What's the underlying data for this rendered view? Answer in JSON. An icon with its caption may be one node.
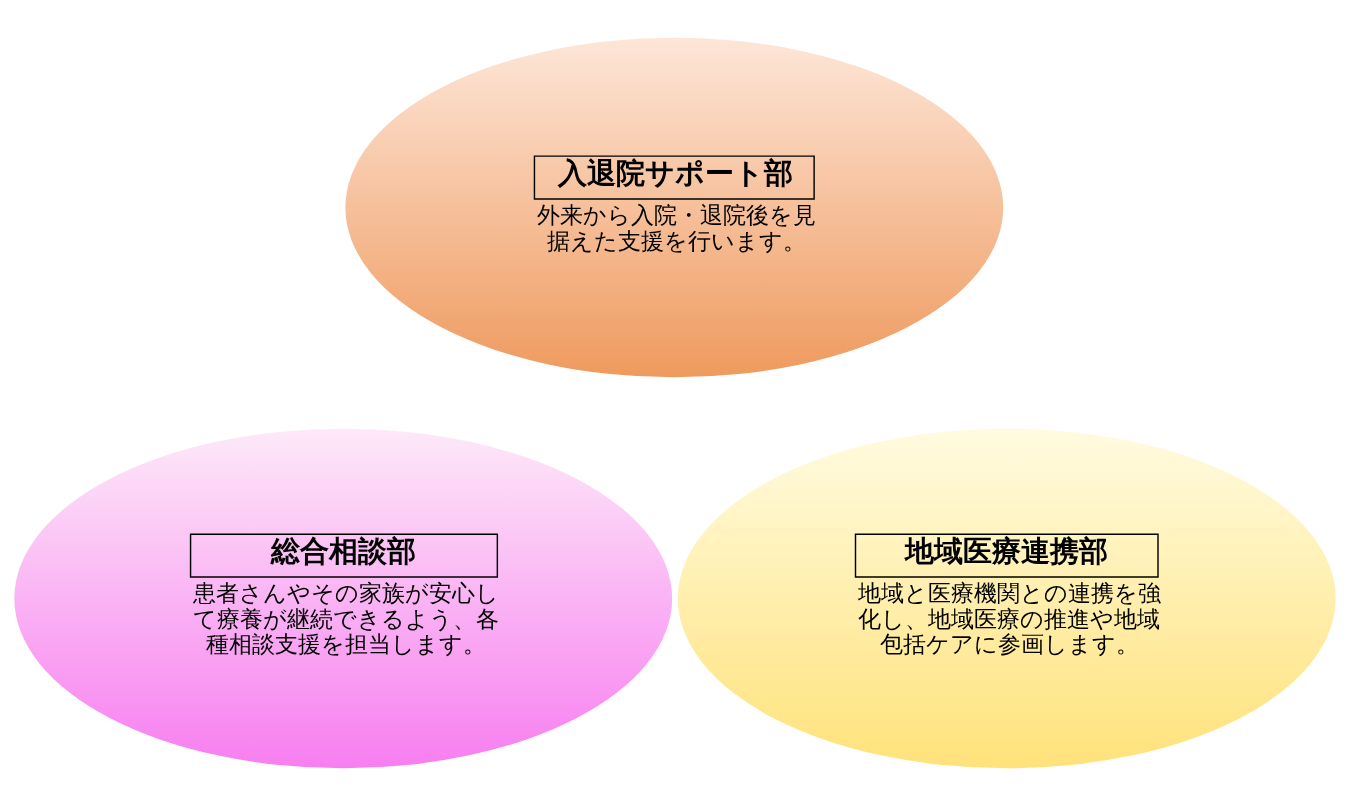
{
  "diagram": {
    "nodes": [
      {
        "text": [
          "入退院サポート部",
          "外来から入院・退院後を見据えた支援を行います。"
        ]
      },
      {
        "text": [
          "総合相談部",
          "患者さんやその家族が安心して療養が継続できるよう、各種相談支援を担当します。"
        ]
      },
      {
        "text": [
          "地域医療連携部",
          "地域と医療機関との連携を強化し、地域医療の推進や地域包括ケアに参画します。"
        ]
      }
    ]
  }
}
